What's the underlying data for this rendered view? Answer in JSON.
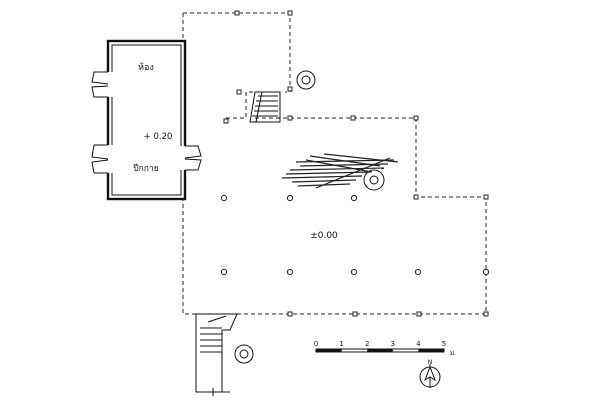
{
  "labels": {
    "room_top": "ห้อง",
    "room_level": "+ 0.20",
    "room_bottom": "ปีกกาย",
    "deck_level": "±0.00",
    "scale_unit": "ม."
  },
  "scale_ticks": [
    "0",
    "1",
    "2",
    "3",
    "4",
    "5"
  ],
  "north_label": "N"
}
